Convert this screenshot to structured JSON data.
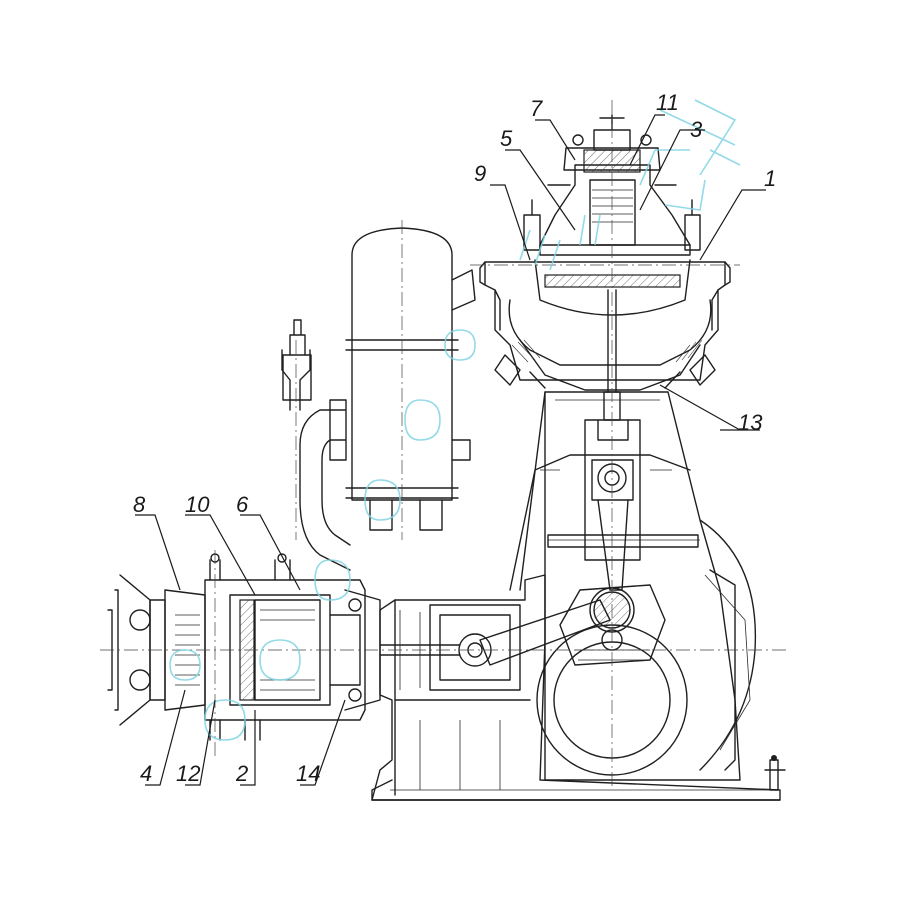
{
  "figure": {
    "callouts": [
      {
        "id": "c1",
        "text": "1"
      },
      {
        "id": "c3",
        "text": "3"
      },
      {
        "id": "c5",
        "text": "5"
      },
      {
        "id": "c7",
        "text": "7"
      },
      {
        "id": "c9",
        "text": "9"
      },
      {
        "id": "c11",
        "text": "11"
      },
      {
        "id": "c13",
        "text": "13"
      },
      {
        "id": "c8",
        "text": "8"
      },
      {
        "id": "c10",
        "text": "10"
      },
      {
        "id": "c6",
        "text": "6"
      },
      {
        "id": "c4",
        "text": "4"
      },
      {
        "id": "c12",
        "text": "12"
      },
      {
        "id": "c2",
        "text": "2"
      },
      {
        "id": "c14",
        "text": "14"
      }
    ]
  },
  "colors": {
    "line": "#1f1f1f",
    "watermark": "#7fd3e3",
    "background": "#ffffff"
  }
}
